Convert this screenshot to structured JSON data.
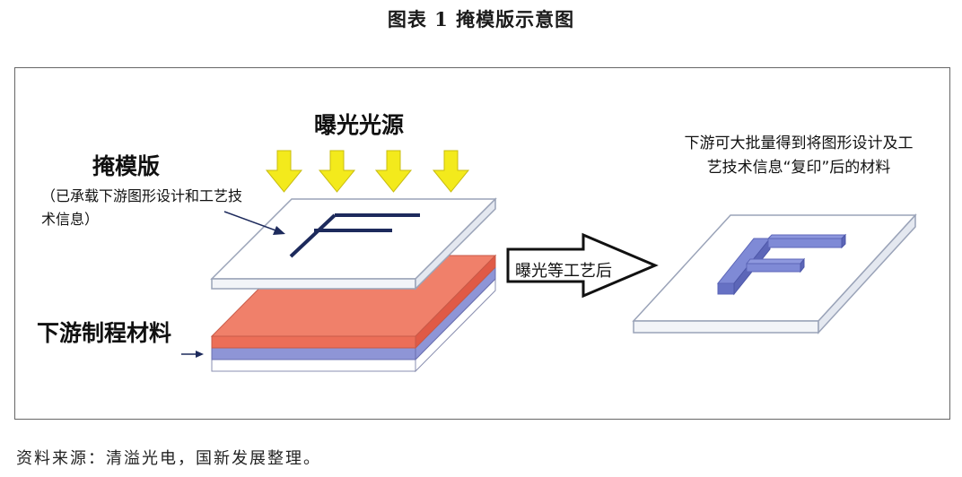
{
  "figure_title": "图表 1  掩模版示意图",
  "labels": {
    "light_source": "曝光光源",
    "mask": "掩模版",
    "mask_note": "（已承载下游图形设计和工艺技术信息）",
    "downstream_material": "下游制程材料",
    "process_arrow": "曝光等工艺后",
    "result_note": "下游可大批量得到将图形设计及工艺技术信息“复印”后的材料"
  },
  "source": "资料来源：清溢光电，国新发展整理。",
  "colors": {
    "arrow_yellow": "#f3ea1c",
    "mask_plate": "#ffffff",
    "pattern": "#1d2a5c",
    "material_top": "#f0806a",
    "material_layer": "#8e95d6",
    "result_letter": "#7f8ad6"
  }
}
